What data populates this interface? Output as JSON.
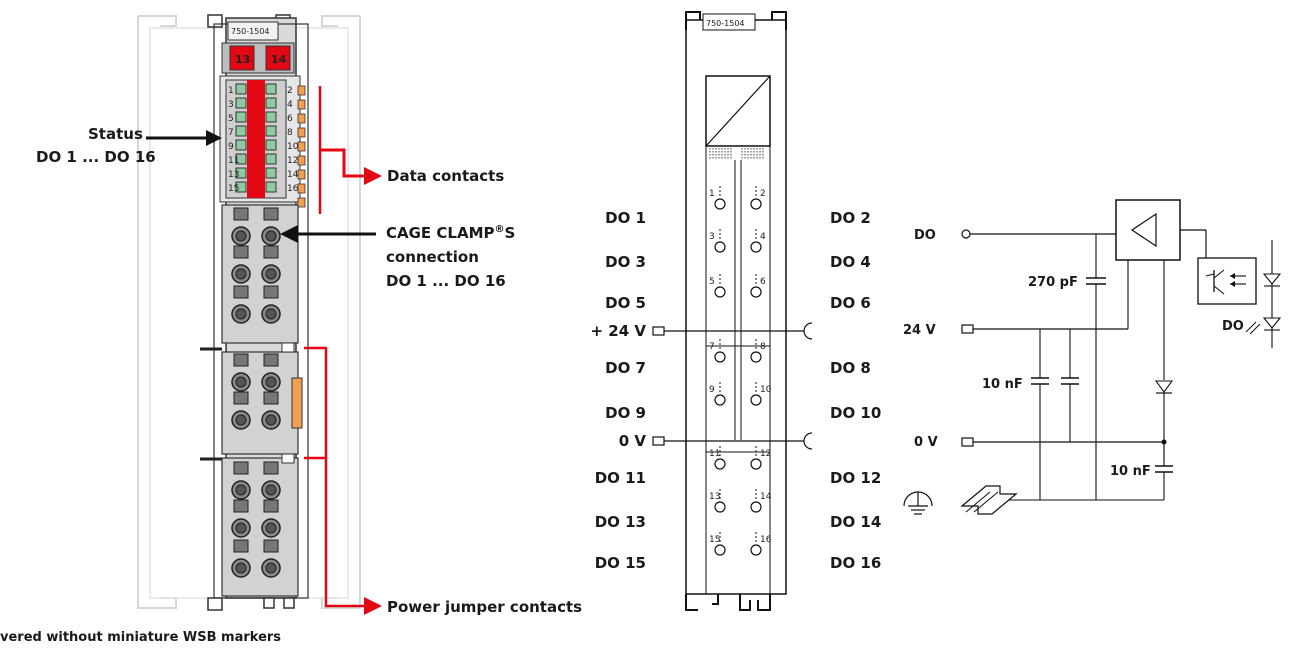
{
  "module_number": "750-1504",
  "status_led_labels": [
    "13",
    "14"
  ],
  "led_numbers_left": [
    "1",
    "3",
    "5",
    "7",
    "9",
    "11",
    "13",
    "15"
  ],
  "led_numbers_right": [
    "2",
    "4",
    "6",
    "8",
    "10",
    "12",
    "14",
    "16"
  ],
  "callouts": {
    "status_title": "Status",
    "status_range": "DO 1 ... DO 16",
    "data_contacts": "Data contacts",
    "cage_clamp_line1_a": "CAGE CLAMP",
    "cage_clamp_reg": "®",
    "cage_clamp_line1_b": "S",
    "cage_clamp_line2": "connection",
    "cage_clamp_line3": "DO 1 ... DO 16",
    "power_jumper": "Power jumper contacts",
    "footnote": "vered without miniature WSB markers"
  },
  "terminal_labels_left": [
    "DO 1",
    "DO 3",
    "DO 5",
    "+ 24 V",
    "DO 7",
    "DO 9",
    "0 V",
    "DO 11",
    "DO 13",
    "DO 15"
  ],
  "terminal_labels_right": [
    "DO 2",
    "DO 4",
    "DO 6",
    "DO 8",
    "DO 10",
    "DO 12",
    "DO 14",
    "DO 16"
  ],
  "contact_numbers_left": [
    "1",
    "3",
    "5",
    "7",
    "9",
    "11",
    "13",
    "15"
  ],
  "contact_numbers_right": [
    "2",
    "4",
    "6",
    "8",
    "10",
    "12",
    "14",
    "16"
  ],
  "circuit": {
    "do_label": "DO",
    "v24_label": "24 V",
    "v0_label": "0 V",
    "cap_270": "270 pF",
    "cap_10nf_a": "10 nF",
    "cap_10nf_b": "10 nF",
    "do_led_label": "DO"
  },
  "colors": {
    "red": "#e30613",
    "led_green": "#8fc9a0",
    "orange": "#f0a050",
    "module_gray": "#d6d6d6",
    "panel_gray": "#c8c8c8"
  }
}
